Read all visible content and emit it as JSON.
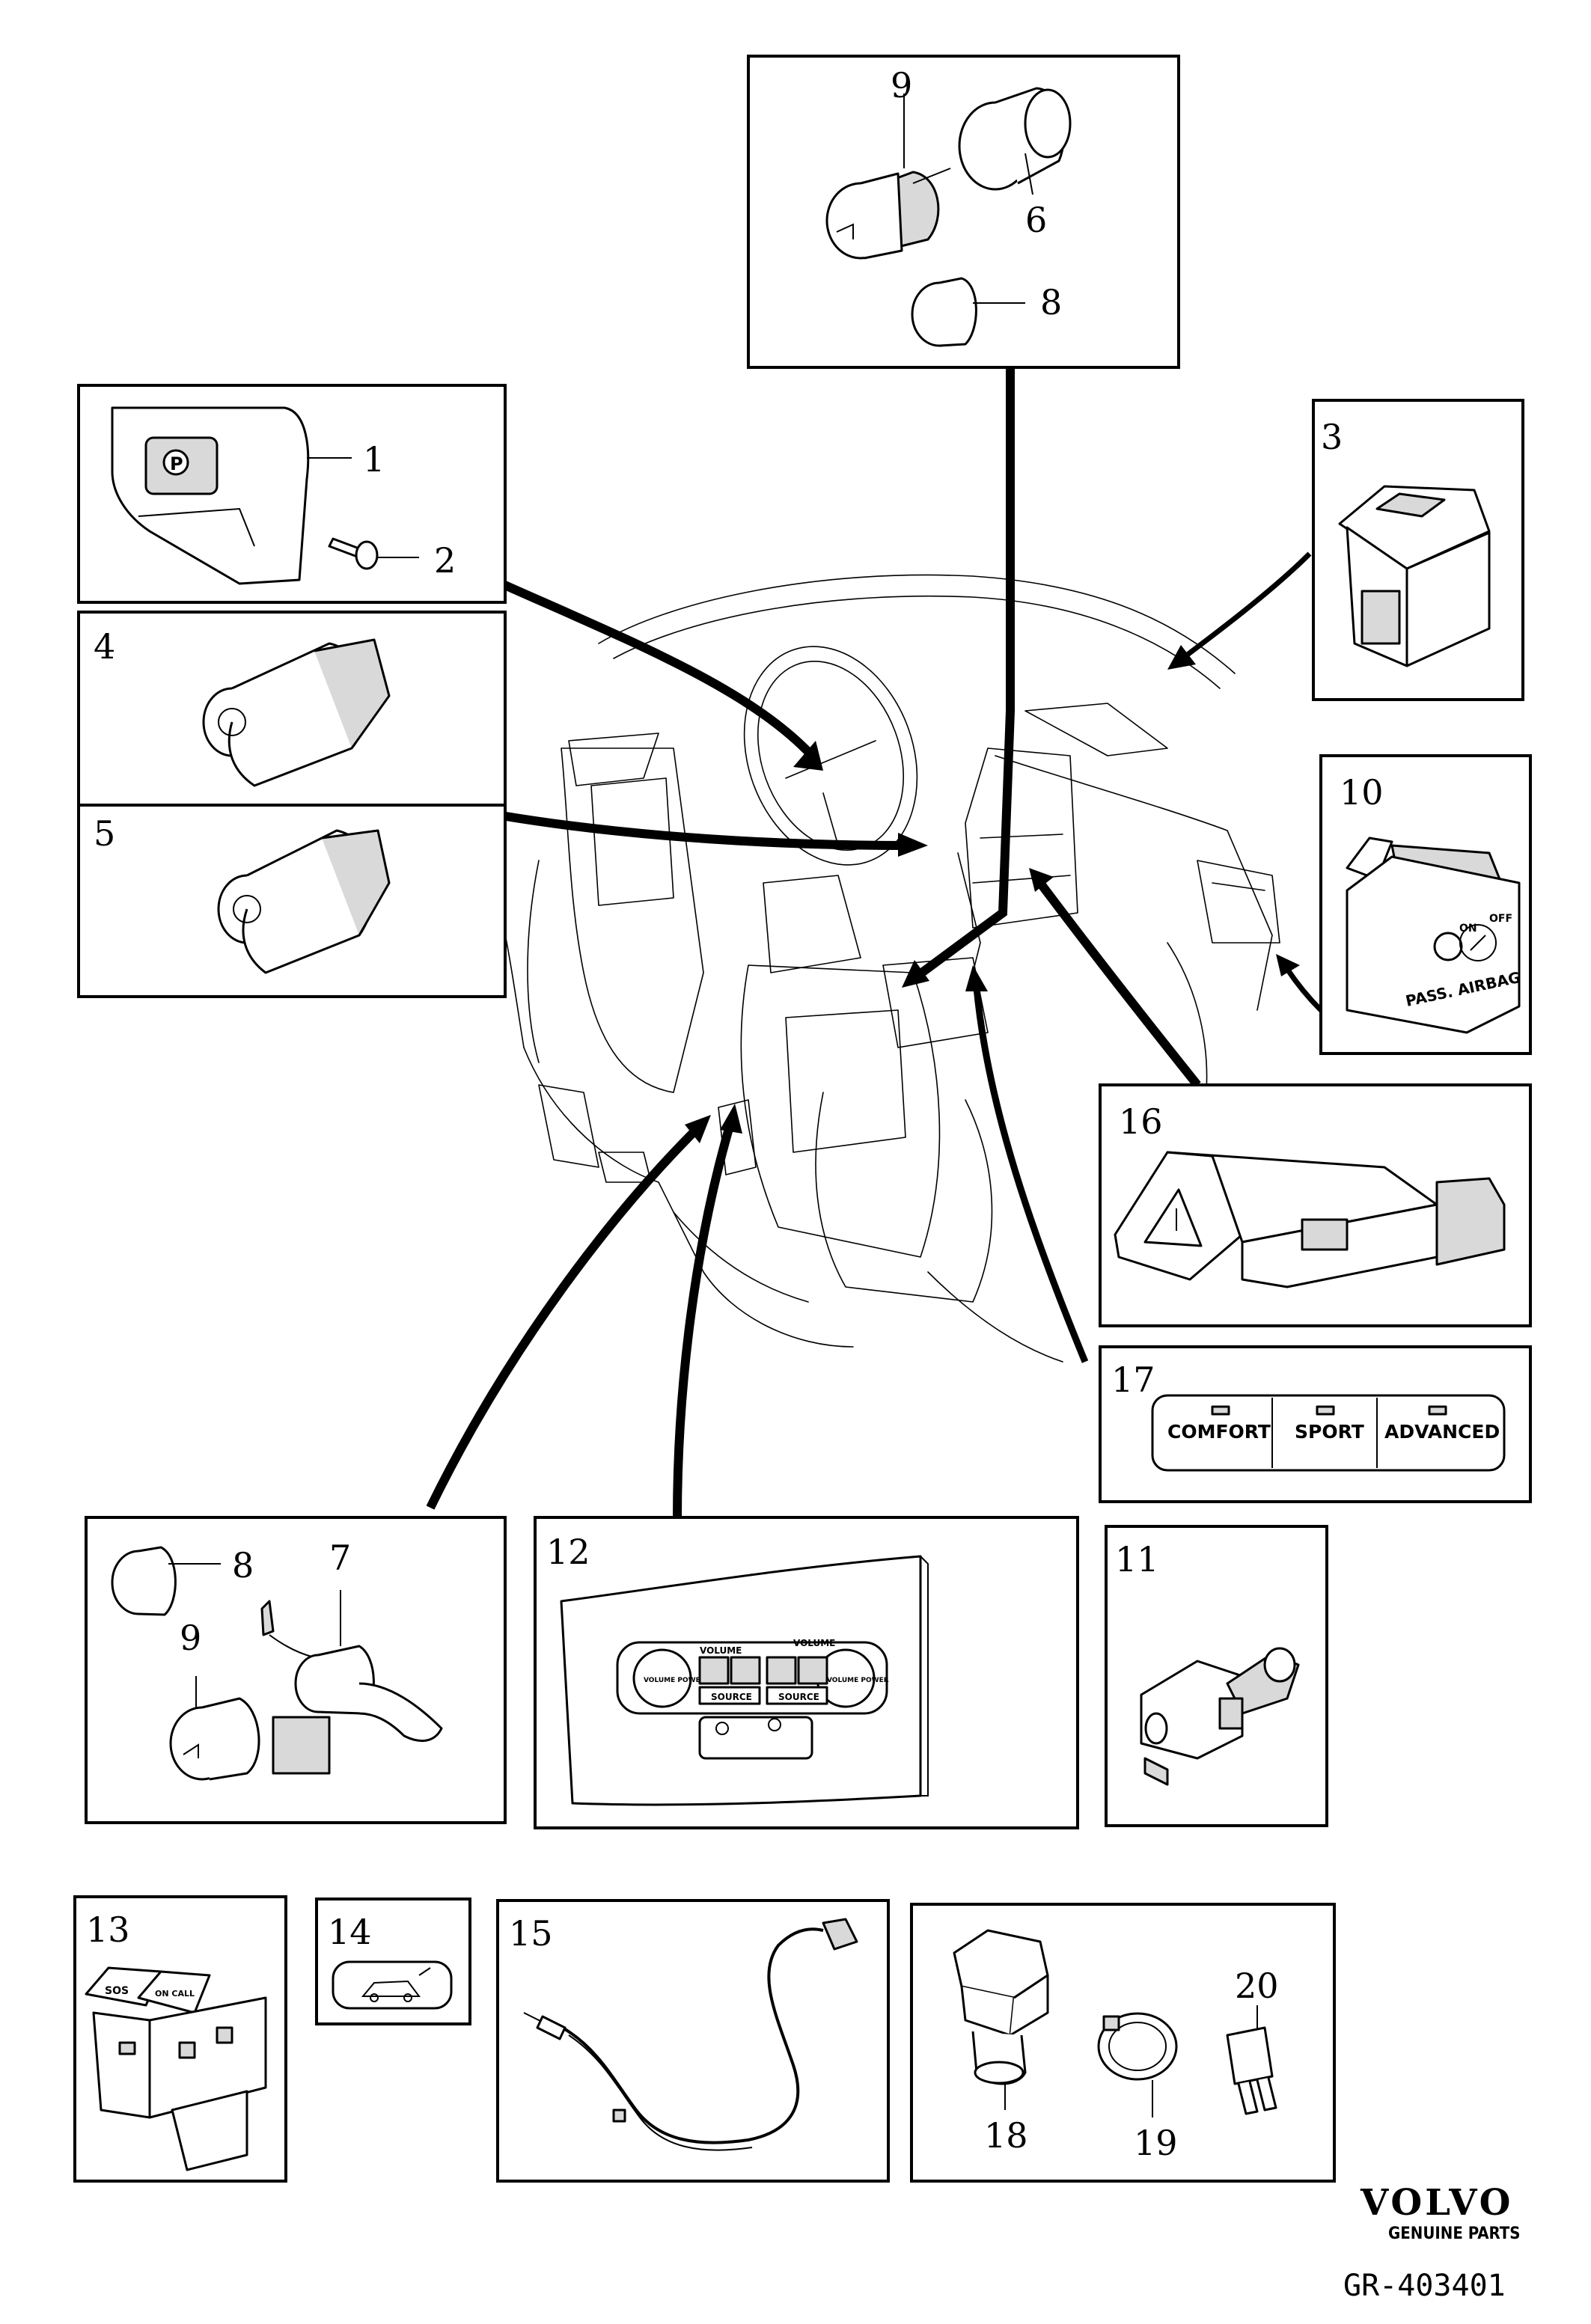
{
  "callouts": {
    "c1": "1",
    "c2": "2",
    "c3": "3",
    "c4": "4",
    "c5": "5",
    "c6": "6",
    "c7": "7",
    "c8a": "8",
    "c8b": "8",
    "c9a": "9",
    "c9b": "9",
    "c10": "10",
    "c11": "11",
    "c12": "12",
    "c13": "13",
    "c14": "14",
    "c15": "15",
    "c16": "16",
    "c17": "17",
    "c18": "18",
    "c19": "19",
    "c20": "20"
  },
  "part_text": {
    "parking_p": "P",
    "airbag_label": "PASS. AIRBAG",
    "airbag_on": "ON",
    "airbag_off": "OFF",
    "mode_comfort": "COMFORT",
    "mode_sport": "SPORT",
    "mode_advanced": "ADVANCED",
    "volume_left": "VOLUME",
    "volume_right": "VOLUME",
    "source_left": "SOURCE",
    "source_right": "SOURCE",
    "knob_left": "VOLUME POWER",
    "knob_right": "VOLUME POWER",
    "sos": "SOS",
    "on_call": "ON CALL"
  },
  "brand": {
    "name": "VOLVO",
    "tagline": "GENUINE PARTS"
  },
  "reference": "GR-403401"
}
